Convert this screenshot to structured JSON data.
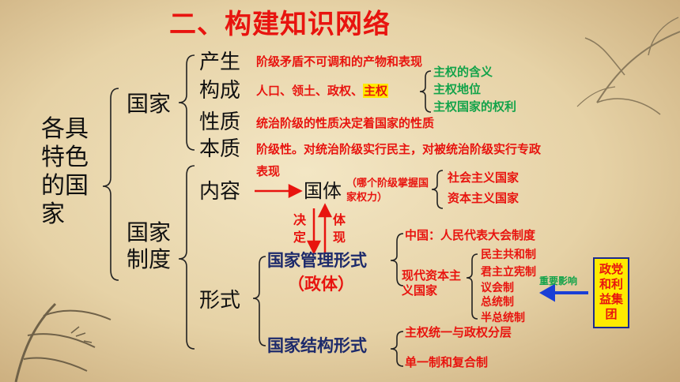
{
  "title": "二、构建知识网络",
  "root": "各具特色的国家",
  "state": {
    "label": "国家",
    "items": [
      {
        "label": "产生",
        "content": "阶级矛盾不可调和的产物和表现"
      },
      {
        "label": "构成",
        "content": "人口、领土、政权、",
        "highlight": "主权"
      },
      {
        "label": "性质",
        "content": "统治阶级的性质决定着国家的性质"
      },
      {
        "label": "本质",
        "content": "阶级性。对统治阶级实行民主，对被统治阶级实行专政"
      }
    ],
    "sovereignty": [
      "主权的含义",
      "主权地位",
      "主权国家的权利"
    ]
  },
  "system": {
    "label": "国家制度",
    "content": {
      "label": "内容",
      "arrow_label": "表现",
      "guoti": "国体",
      "guoti_note": "（哪个阶级掌握国家权力）",
      "types": [
        "社会主义国家",
        "资本主义国家"
      ],
      "decide": "决定",
      "reflect": "体现"
    },
    "form": {
      "label": "形式",
      "management": "国家管理形式",
      "zhengti": "（政体）",
      "china": "中国：人民代表大会制度",
      "modern": "现代资本主义国家",
      "regimes": [
        "民主共和制",
        "君主立宪制",
        "议会制",
        "总统制",
        "半总统制"
      ],
      "influence": "重要影响",
      "parties": "政党和利益集团",
      "structure": "国家结构形式",
      "structure_items": [
        "主权统一与政权分层",
        "单一制和复合制"
      ]
    }
  },
  "colors": {
    "red": "#e8140f",
    "green": "#13a34a",
    "highlight": "#ffea00",
    "blue": "#1a3fd6"
  }
}
